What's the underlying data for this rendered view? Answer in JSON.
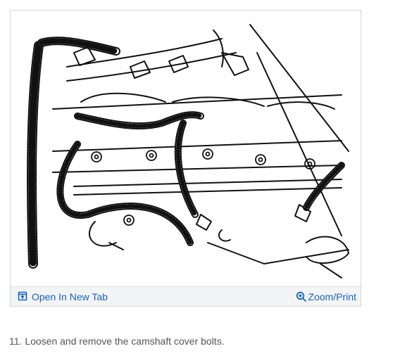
{
  "figure": {
    "image_icon": "engine-wiring-line-drawing",
    "open_tab_label": "Open In New Tab",
    "open_tab_icon": "open-in-new-tab-icon",
    "zoom_label": "Zoom/Print",
    "zoom_icon": "magnifier-plus-icon",
    "link_color": "#1d63b5"
  },
  "caption": {
    "text": "11. Loosen and remove the camshaft cover bolts."
  }
}
